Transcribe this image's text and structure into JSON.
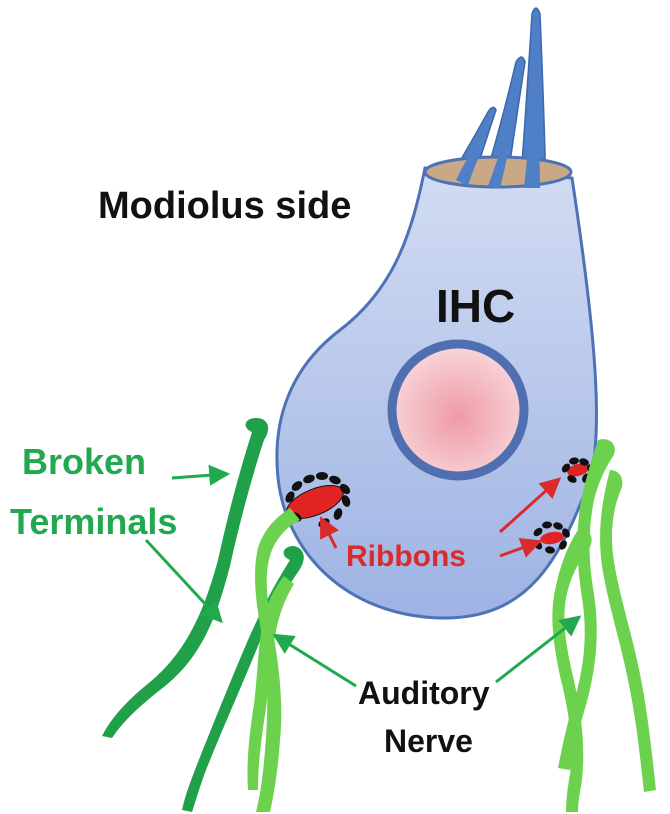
{
  "labels": {
    "side": "Modiolus side",
    "cell": "IHC",
    "ribbons": "Ribbons",
    "broken_line1": "Broken",
    "broken_line2": "Terminals",
    "nerve_line1": "Auditory",
    "nerve_line2": "Nerve"
  },
  "colors": {
    "cell_fill_top": "#d2dcf2",
    "cell_fill_bottom": "#9eb3e4",
    "cell_outline": "#4d73b6",
    "nucleus_ring": "#4f6fb0",
    "nucleus_center": "#ef9aa6",
    "nucleus_edge": "#f8d6da",
    "stereocilia": "#4f7fc6",
    "cuticular_plate": "#c9a888",
    "nerve_light": "#6cd24d",
    "nerve_dark": "#1fa049",
    "ribbon": "#e02424",
    "vesicle": "#111111",
    "label_green": "#22a84e",
    "label_red": "#d92b2b",
    "label_black": "#111111"
  }
}
